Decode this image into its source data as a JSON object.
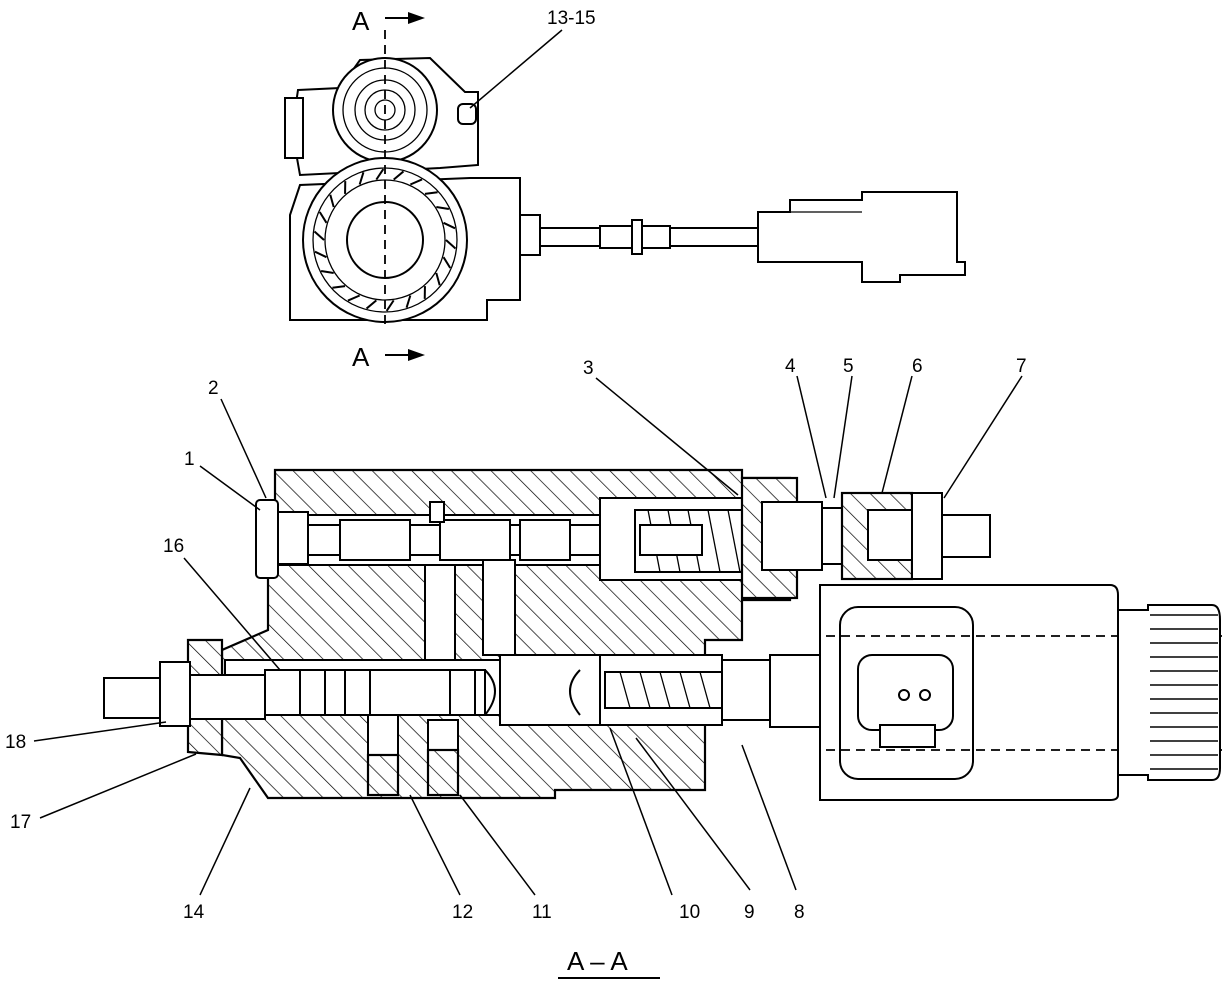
{
  "section_marks": {
    "top": "A",
    "bottom": "A"
  },
  "top_view_label": "13-15",
  "callouts": {
    "c1": "1",
    "c2": "2",
    "c3": "3",
    "c4": "4",
    "c5": "5",
    "c6": "6",
    "c7": "7",
    "c8": "8",
    "c9": "9",
    "c10": "10",
    "c11": "11",
    "c12": "12",
    "c14": "14",
    "c16": "16",
    "c17": "17",
    "c18": "18"
  },
  "section_title": "A – A"
}
